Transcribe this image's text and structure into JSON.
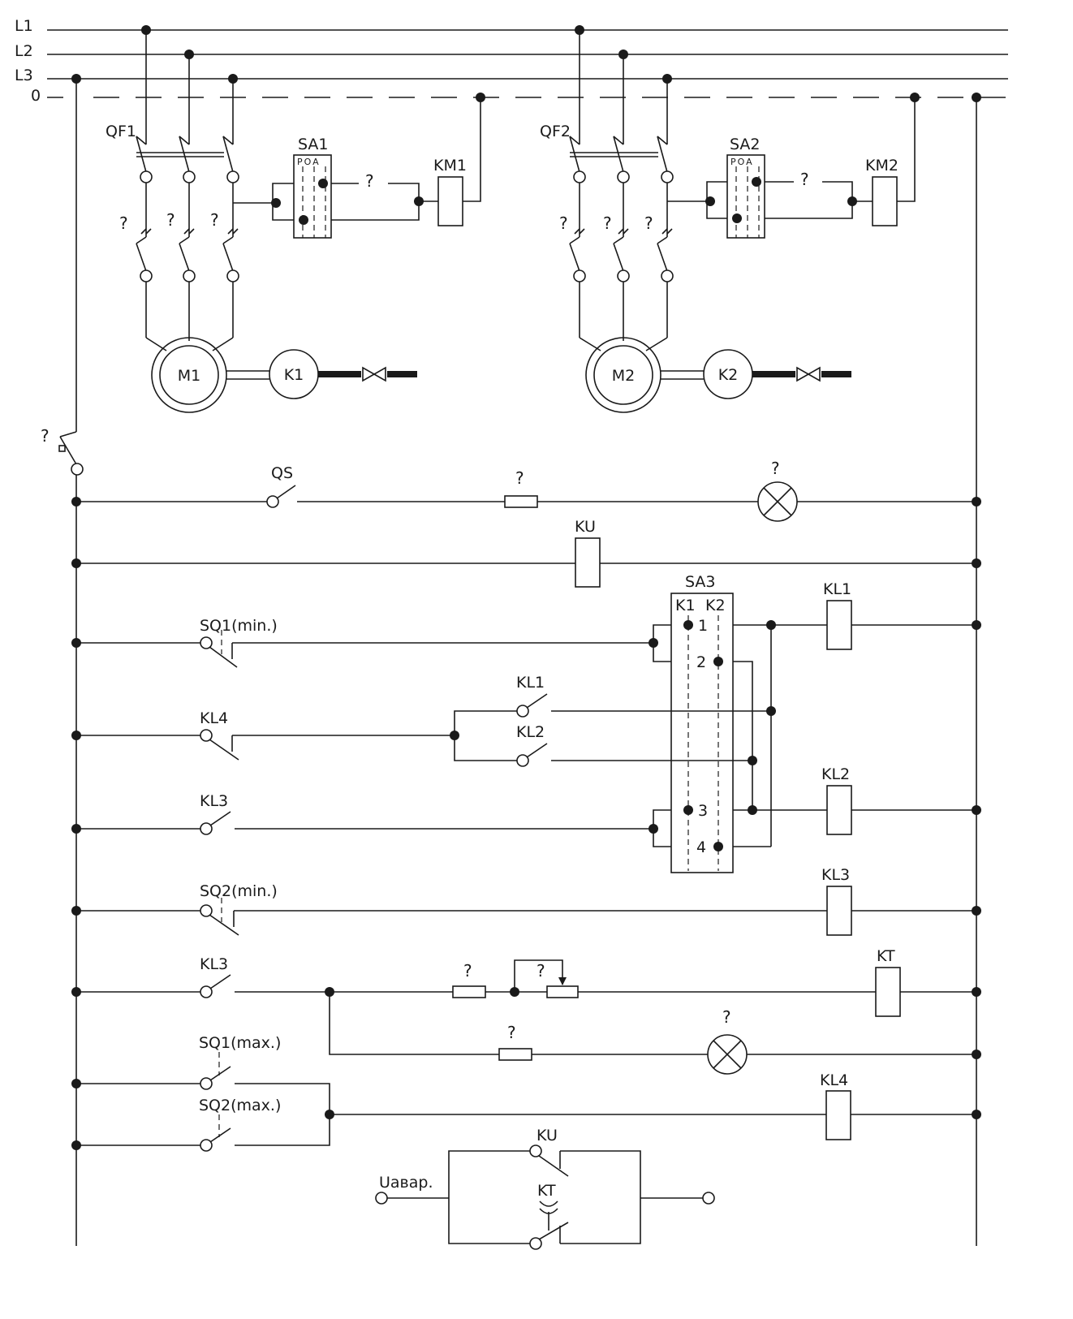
{
  "busbars": {
    "l1": "L1",
    "l2": "L2",
    "l3": "L3",
    "neutral": "0"
  },
  "unknown_mark": "?",
  "drive1": {
    "breaker": "QF1",
    "switch": "SA1",
    "switch_positions": "POA",
    "contactor": "KM1",
    "motor": "M1",
    "pump": "K1"
  },
  "drive2": {
    "breaker": "QF2",
    "switch": "SA2",
    "switch_positions": "POA",
    "contactor": "KM2",
    "motor": "M2",
    "pump": "K2"
  },
  "control": {
    "qs": "QS",
    "ku_coil": "KU",
    "sa3": "SA3",
    "sa3_col1": "K1",
    "sa3_col2": "K2",
    "sa3_pos": [
      "1",
      "2",
      "3",
      "4"
    ],
    "sq1_min": "SQ1(min.)",
    "kl1_coil": "KL1",
    "kl4_contact": "KL4",
    "kl1_contact": "KL1",
    "kl2_contact": "KL2",
    "kl3_contact_a": "KL3",
    "kl2_coil": "KL2",
    "sq2_min": "SQ2(min.)",
    "kl3_coil": "KL3",
    "kl3_contact_b": "KL3",
    "kt_coil": "KT",
    "sq1_max": "SQ1(max.)",
    "sq2_max": "SQ2(max.)",
    "kl4_coil": "KL4",
    "ku_contact": "KU",
    "kt_contact": "KT",
    "alarm_input": "Uавар."
  }
}
